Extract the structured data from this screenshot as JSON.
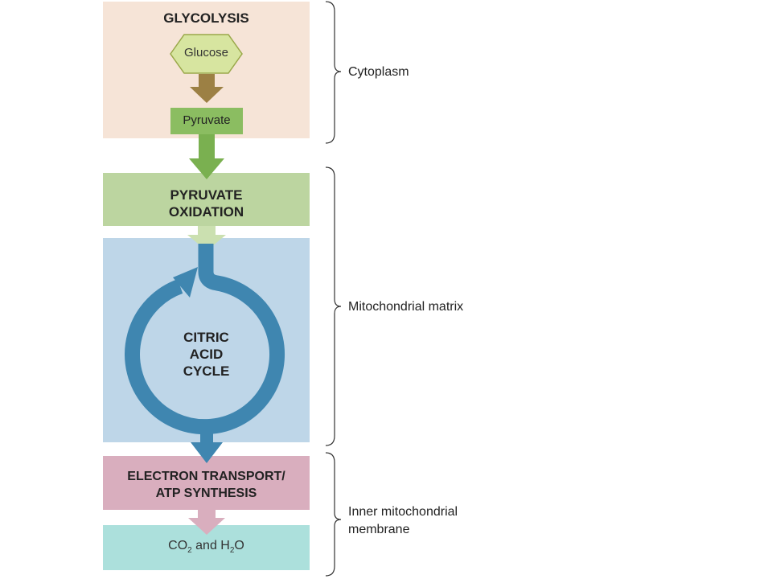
{
  "glycolysis": {
    "title": "GLYCOLYSIS",
    "glucose": "Glucose",
    "pyruvate": "Pyruvate"
  },
  "pyruvate_oxidation": {
    "line1": "PYRUVATE",
    "line2": "OXIDATION"
  },
  "citric_acid_cycle": {
    "line1": "CITRIC",
    "line2": "ACID",
    "line3": "CYCLE"
  },
  "electron_transport": {
    "line1": "ELECTRON TRANSPORT/",
    "line2": "ATP SYNTHESIS"
  },
  "products": {
    "co2": "CO",
    "sub1": "2",
    "and": " and H",
    "sub2": "2",
    "o": "O"
  },
  "locations": {
    "cytoplasm": "Cytoplasm",
    "matrix": "Mitochondrial matrix",
    "inner_membrane_line1": "Inner mitochondrial",
    "inner_membrane_line2": "membrane"
  },
  "colors": {
    "glycolysis_bg": "#f6e4d7",
    "pyruvate_ox_bg": "#bcd5a0",
    "cycle_bg": "#bed6e8",
    "electron_bg": "#d9aebe",
    "products_bg": "#ace0dc",
    "glucose_fill": "#d7e5a0",
    "pyruvate_fill": "#8bbd61",
    "brown_arrow": "#9c8044",
    "green_arrow": "#7ab050",
    "cycle_blue": "#3f86b0"
  }
}
